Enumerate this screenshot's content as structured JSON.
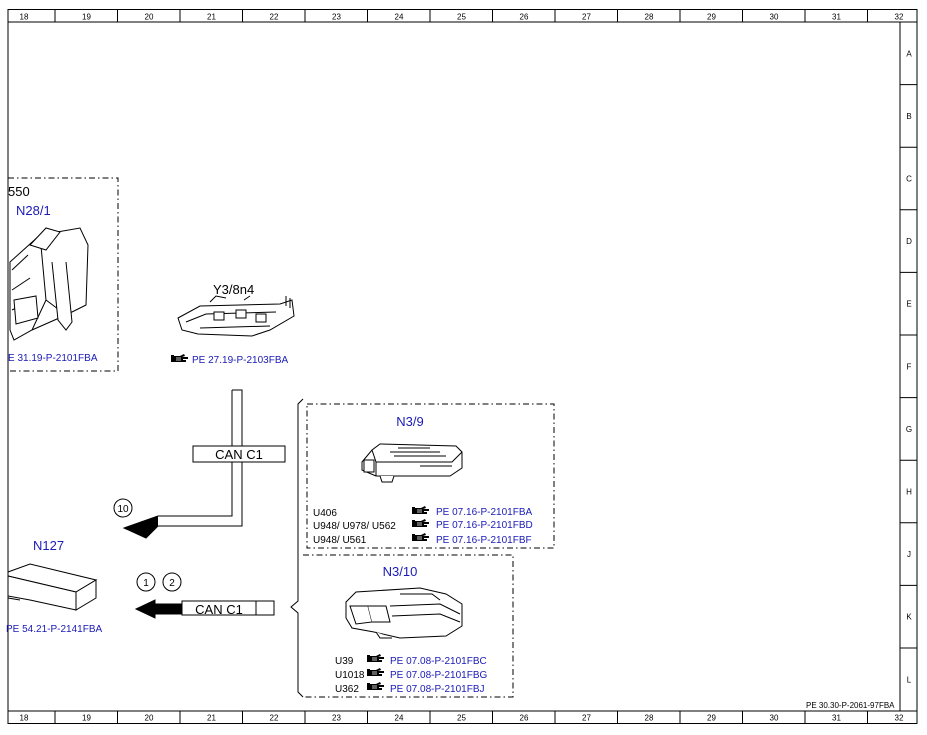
{
  "grid": {
    "columns": [
      "18",
      "19",
      "20",
      "21",
      "22",
      "23",
      "24",
      "25",
      "26",
      "27",
      "28",
      "29",
      "30",
      "31",
      "32"
    ],
    "rows": [
      "A",
      "B",
      "C",
      "D",
      "E",
      "F",
      "G",
      "H",
      "J",
      "K",
      "L"
    ]
  },
  "colors": {
    "link_blue": "#1a1ab8",
    "line": "#000000"
  },
  "components": {
    "n28_1": {
      "partial_code": "550",
      "name": "N28/1",
      "ref": "E 31.19-P-2101FBA"
    },
    "y3_8n4": {
      "name": "Y3/8n4",
      "ref": "PE 27.19-P-2103FBA",
      "ref_icon": "pointing-hand-icon"
    },
    "n3_9": {
      "name": "N3/9",
      "variants": [
        {
          "code": "U406",
          "ref": "PE 07.16-P-2101FBA"
        },
        {
          "code": "U948/ U978/ U562",
          "ref": "PE 07.16-P-2101FBD"
        },
        {
          "code": "U948/ U561",
          "ref": "PE 07.16-P-2101FBF"
        }
      ]
    },
    "n3_10": {
      "name": "N3/10",
      "variants": [
        {
          "code": "U39",
          "ref": "PE 07.08-P-2101FBC"
        },
        {
          "code": "U1018",
          "ref": "PE 07.08-P-2101FBG"
        },
        {
          "code": "U362",
          "ref": "PE 07.08-P-2101FBJ"
        }
      ]
    },
    "n127": {
      "name": "N127",
      "ref": "PE 54.21-P-2141FBA"
    }
  },
  "bus": {
    "upper_label": "CAN C1",
    "lower_label": "CAN C1",
    "connector_upper": "10",
    "connector_lower_1": "1",
    "connector_lower_2": "2"
  },
  "footer_ref": "PE 30.30-P-2061-97FBA"
}
